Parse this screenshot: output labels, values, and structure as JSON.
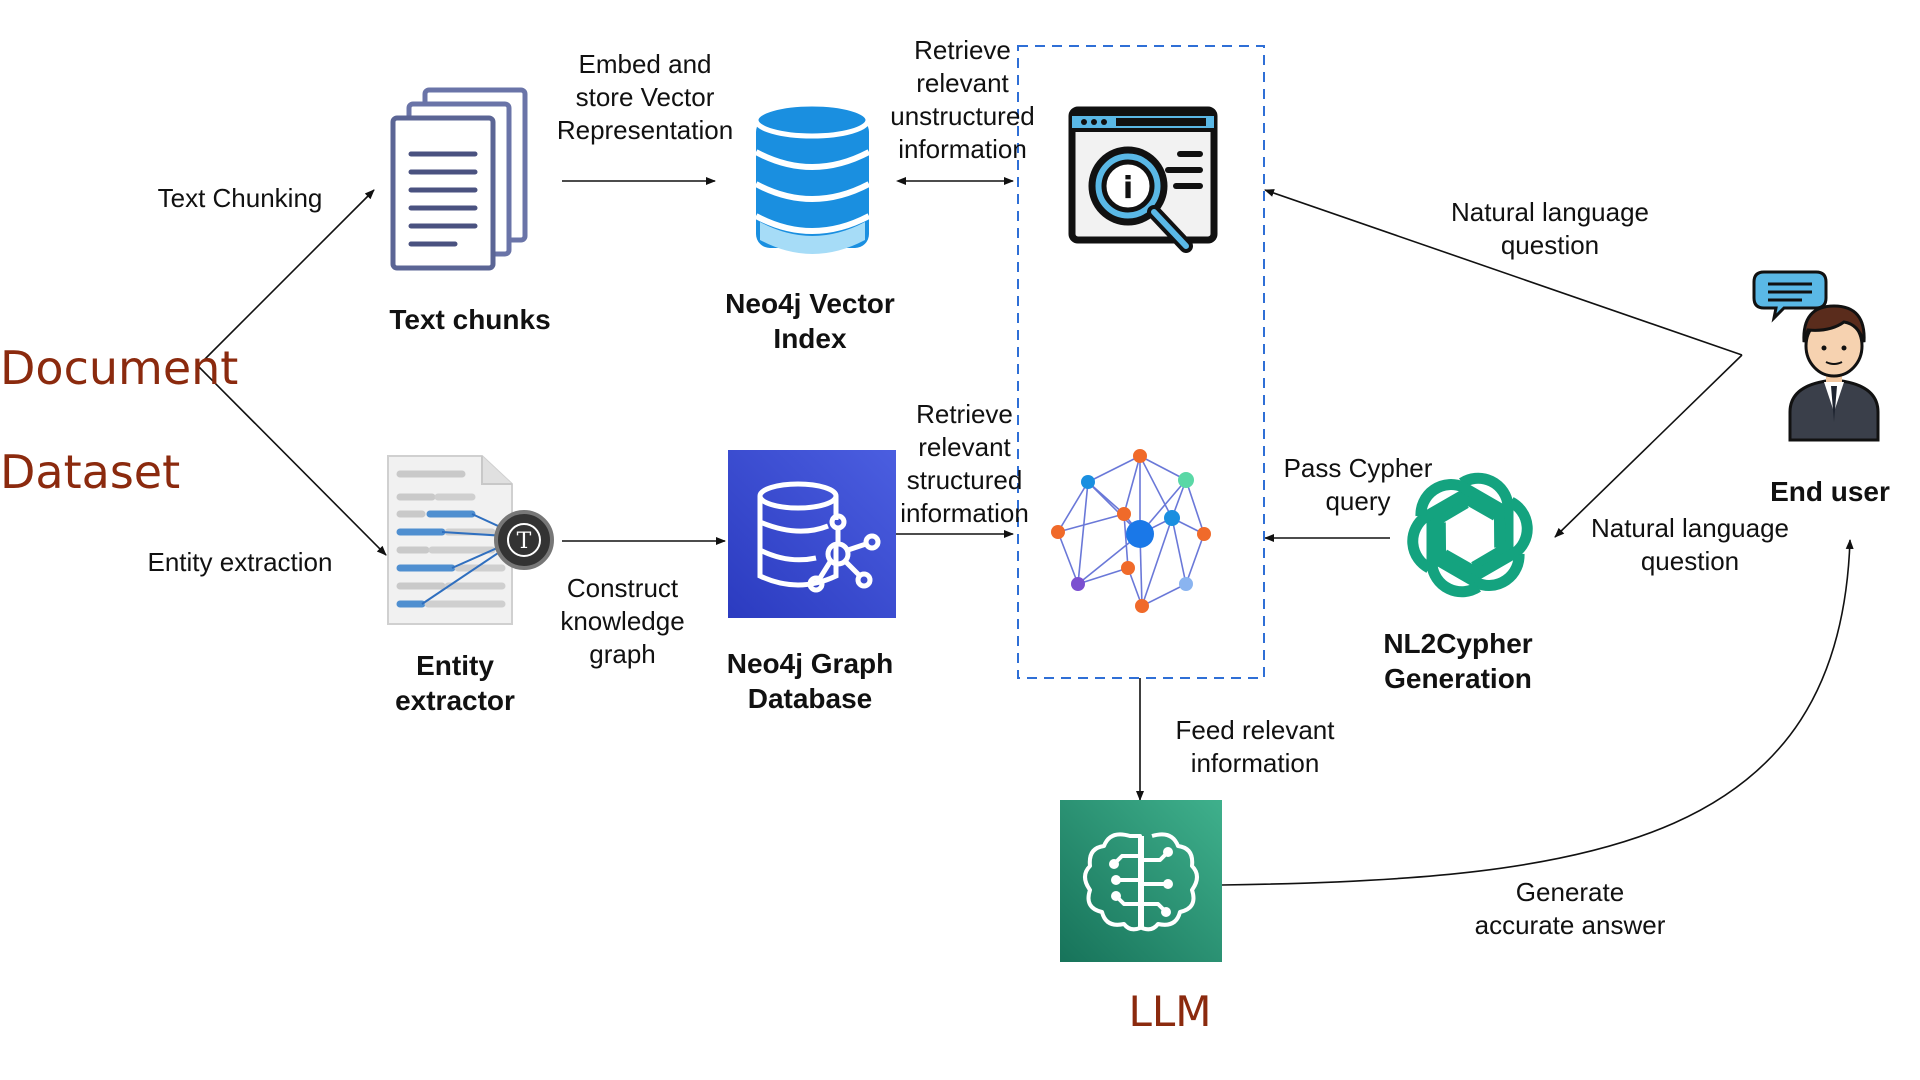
{
  "source": {
    "line1": "Document",
    "line2": "Dataset"
  },
  "edges": {
    "text_chunking": "Text Chunking",
    "entity_extraction": "Entity extraction",
    "embed_store": "Embed and\nstore Vector\nRepresentation",
    "construct_kg": "Construct\nknowledge\ngraph",
    "retrieve_unstructured": "Retrieve\nrelevant\nunstructured\ninformation",
    "retrieve_structured": "Retrieve\nrelevant\nstructured\ninformation",
    "nl_question_top": "Natural language\nquestion",
    "nl_question_bottom": "Natural language\nquestion",
    "pass_cypher": "Pass Cypher\nquery",
    "feed_info": "Feed relevant\ninformation",
    "generate_answer": "Generate\naccurate answer"
  },
  "nodes": {
    "text_chunks": "Text chunks",
    "entity_extractor": "Entity\nextractor",
    "vector_index": "Neo4j Vector\nIndex",
    "graph_db": "Neo4j Graph\nDatabase",
    "nl2cypher": "NL2Cypher\nGeneration",
    "end_user": "End user",
    "llm": "LLM"
  },
  "icons": {
    "text_chunks": "document-stack-icon",
    "entity_extractor": "entity-extractor-icon",
    "vector_index": "database-icon",
    "graph_db": "graph-database-icon",
    "search": "search-info-icon",
    "graph": "network-graph-icon",
    "nl2cypher": "openai-logo-icon",
    "user": "user-avatar-icon",
    "llm": "brain-chip-icon"
  },
  "colors": {
    "brown": "#8b2a0e",
    "db_blue": "#1a8fe0",
    "graph_purple": "#3b3fc4",
    "openai_green": "#14a37f",
    "llm_green": "#1f8a6a",
    "dashed_box": "#2f6fd6"
  }
}
